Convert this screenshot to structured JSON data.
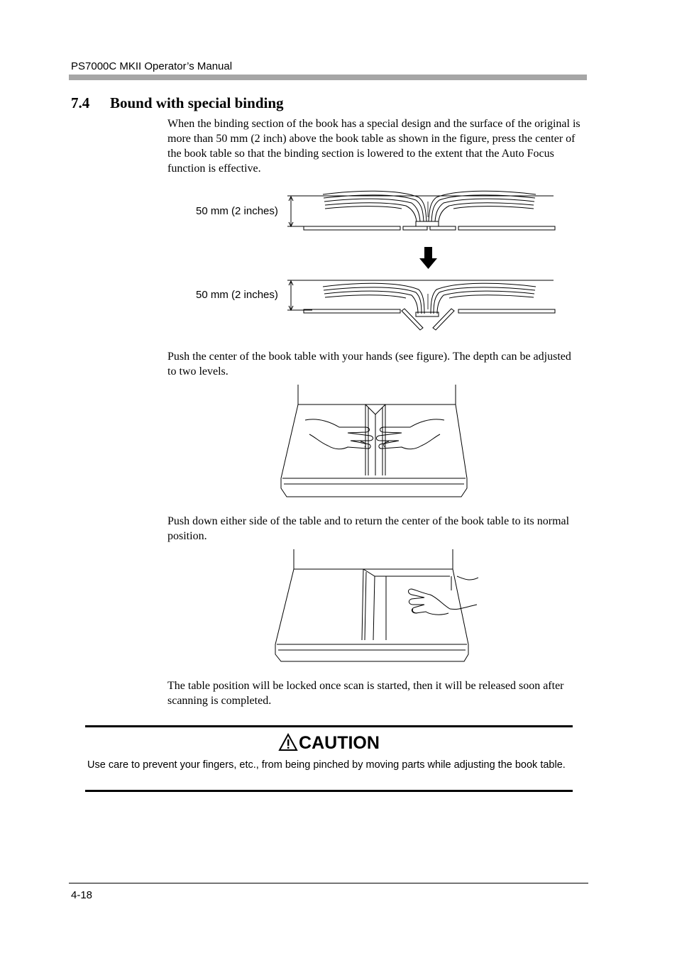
{
  "header": {
    "title": "PS7000C MKII Operator’s Manual"
  },
  "section": {
    "number": "7.4",
    "title": "Bound with special binding"
  },
  "paragraphs": {
    "intro": "When the binding section of the book has a special design and the surface of the original is more than 50 mm (2 inch) above the book table as shown in the figure, press the center of the book table so that the binding section is lowered to the extent that the Auto Focus function is effective.",
    "push_center": "Push the center of the book table with your hands (see figure). The depth can be adjusted to two levels.",
    "push_side": "Push down either side of the table and to return the center of the book table to its normal position.",
    "lock": "The table position will be locked once scan is started, then it will be released soon after scanning is completed."
  },
  "figure1": {
    "top_label": "50 mm (2 inches)",
    "bottom_label": "50 mm (2 inches)"
  },
  "caution": {
    "heading": "CAUTION",
    "text": "Use care to prevent your fingers, etc., from being pinched by moving parts while adjusting the book table."
  },
  "footer": {
    "page_number": "4-18"
  }
}
